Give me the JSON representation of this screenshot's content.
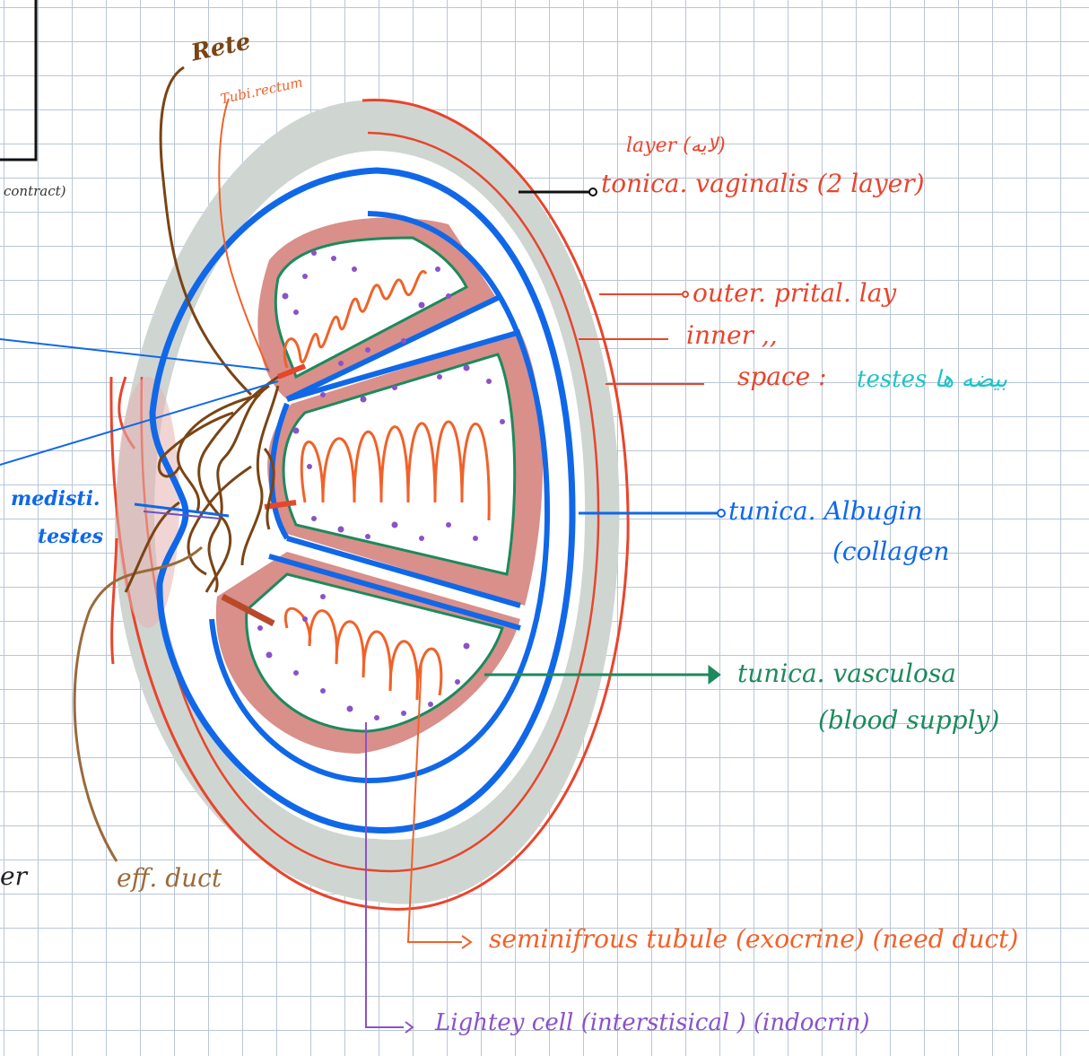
{
  "labels": {
    "rete": "Rete",
    "tubi_recti": "Tubi.rectum",
    "contract": "contract)",
    "layer_note": "layer (لايه)",
    "tunica_vaginalis": "tonica. vaginalis (2 layer)",
    "outer_parietal": "outer. prital. lay",
    "inner": "inner ,,",
    "space": "space :",
    "space_note": "testes بیضه ها",
    "mediastinum_1": "medisti.",
    "mediastinum_2": "testes",
    "tunica_albuginea": "tunica. Albugin",
    "albuginea_note": "(collagen",
    "tunica_vasculosa": "tunica. vasculosa",
    "vasculosa_note": "(blood supply)",
    "edge_text": "er",
    "efferent_ducts": "eff. duct",
    "seminiferous": "seminifrous tubule (exocrine) (need duct)",
    "leydig": "Lightey cell (interstisical ) (indocrin)"
  },
  "colors": {
    "grid": "#b9c6d8",
    "blue": "#1068e8",
    "red": "#e8452c",
    "orange": "#f0622a",
    "brown": "#7a4414",
    "green": "#1c8a5c",
    "purple": "#8a52c8",
    "pink": "#d98f8a",
    "grey": "#cfd6d2",
    "cyan": "#1cc4c8"
  }
}
